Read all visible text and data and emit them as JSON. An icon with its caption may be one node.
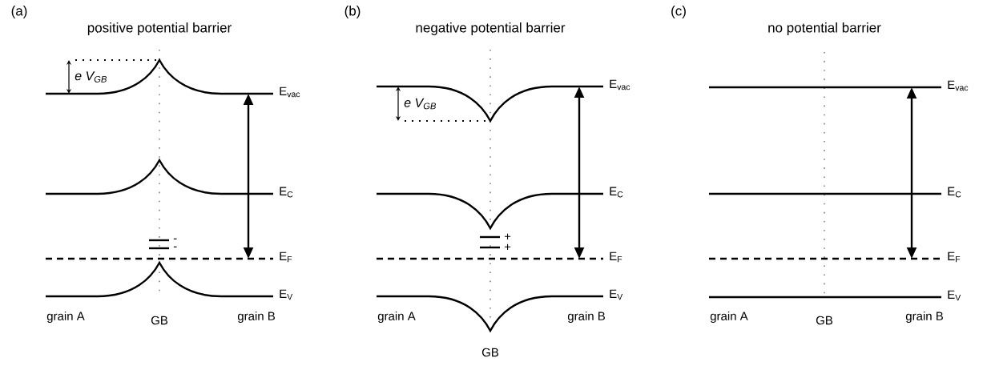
{
  "diagram": {
    "labels": [
      "(a)",
      "positive potential barrier",
      "e V$_{GB}$",
      "E$_{vac}$",
      "E$_{C}$",
      "-",
      "-",
      "E$_{F}$",
      "E$_{V}$",
      "grain A",
      "GB",
      "grain B",
      "(b)",
      "negative potential barrier",
      "e V$_{GB}$",
      "E$_{vac}$",
      "E$_{C}$",
      "+",
      "+",
      "E$_{F}$",
      "E$_{V}$",
      "grain A",
      "GB",
      "grain B",
      "(c)",
      "no potential barrier",
      "E$_{vac}$",
      "E$_{C}$",
      "E$_{F}$",
      "E$_{V}$",
      "grain A",
      "GB",
      "grain B"
    ]
  }
}
